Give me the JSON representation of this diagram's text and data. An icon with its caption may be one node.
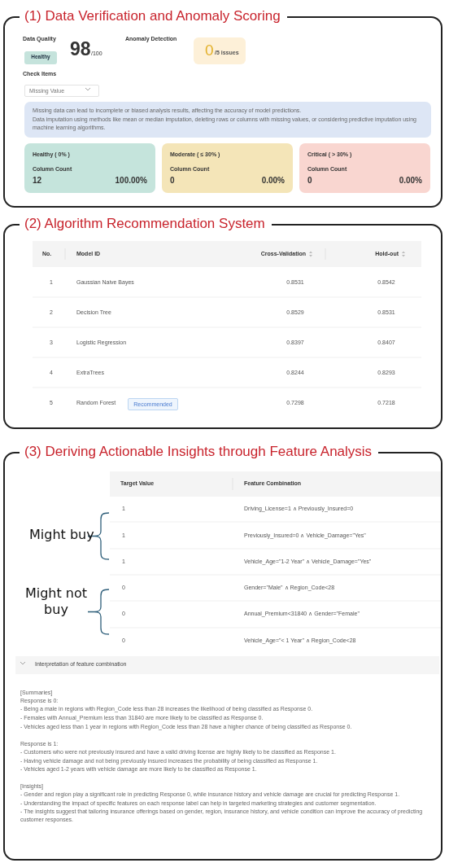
{
  "diagram": {
    "nodes": [
      {
        "text": [
          "(1) Data Verification and Anomaly Scoring"
        ]
      },
      {
        "text": [
          "Healthy"
        ],
        "in": 0
      },
      {
        "text": [
          "0",
          "/5 issues"
        ],
        "in": 0
      },
      {
        "text": [
          "Missing Value"
        ],
        "in": 0
      },
      {
        "text": [
          "Missing data can lead to incomplete or biased analysis results, affecting the accuracy of model predictions.",
          "Data imputation using methods like mean or median imputation, deleting rows or columns with missing values, or considering predictive imputation using machine learning algorithms."
        ],
        "in": 0
      },
      {
        "text": [
          "Healthy ( 0% )",
          "Column Count",
          "12",
          "100.00%"
        ],
        "in": 0
      },
      {
        "text": [
          "Moderate ( ≤ 30% )",
          "Column Count",
          "0",
          "0.00%"
        ],
        "in": 0
      },
      {
        "text": [
          "Critical ( > 30% )",
          "Column Count",
          "0",
          "0.00%"
        ],
        "in": 0
      },
      {
        "text": [
          "(2) Algorithm Recommendation System"
        ]
      },
      {
        "text": [
          "Recommended"
        ],
        "in": 8
      },
      {
        "text": [
          "(3) Deriving Actionable Insights through Feature Analysis"
        ]
      },
      {
        "text": [
          "Interpretation of feature combination"
        ],
        "in": 10
      }
    ],
    "labels": [
      "Data Quality",
      "98",
      "/100",
      "Anomaly Detection",
      "Check Items",
      "No.",
      "Model ID",
      "Cross-Validation",
      "Hold-out",
      "1",
      "Gaussian Naive Bayes",
      "0.8531",
      "0.8542",
      "2",
      "Decision Tree",
      "0.8529",
      "0.8531",
      "3",
      "Logistic Regression",
      "0.8397",
      "0.8407",
      "4",
      "ExtraTrees",
      "0.8244",
      "0.8293",
      "5",
      "Random Forest",
      "0.7298",
      "0.7218",
      "Target Value",
      "Feature Combination",
      "1",
      "Driving_License=1 ∧ Previously_Insured=0",
      "1",
      "Previously_Insured=0 ∧ Vehicle_Damage=\"Yes\"",
      "1",
      "Vehicle_Age=\"1-2 Year\" ∧ Vehicle_Damage=\"Yes\"",
      "0",
      "Gender=\"Male\" ∧ Region_Code<28",
      "0",
      "Annual_Premium<31840 ∧ Gender=\"Female\"",
      "0",
      "Vehicle_Age=\"< 1 Year\" ∧ Region_Code<28",
      "Might buy",
      "Might not buy",
      "[Summaries]",
      "Response is 0:",
      "- Being a male in regions with Region_Code less than 28 increases the likelihood of being classified as Response 0.",
      "- Females with Annual_Premium less than 31840 are more likely to be classified as Response 0.",
      "- Vehicles aged less than 1 year in regions with Region_Code less than 28 have a higher chance of being classified as Response 0.",
      "Response is 1:",
      "- Customers who were not previously insured and have a valid driving license are highly likely to be classified as Response 1.",
      "- Having vehicle damage and not being previously insured increases the probability of being classified as Response 1.",
      "- Vehicles aged 1-2 years with vehicle damage are more likely to be classified as Response 1.",
      "[Insights]",
      "- Gender and region play a significant role in predicting Response 0, while insurance history and vehicle damage are crucial for predicting Response 1.",
      "- Understanding the impact of specific features on each response label can help in targeted marketing strategies and customer segmentation.",
      "- The insights suggest that tailoring insurance offerings based on gender, region, insurance history, and vehicle condition can improve the accuracy of predicting customer responses."
    ]
  }
}
